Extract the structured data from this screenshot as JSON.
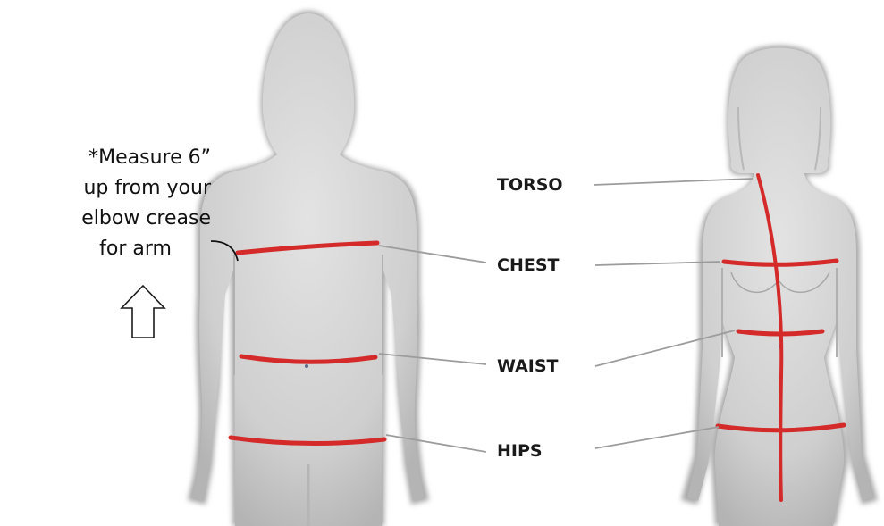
{
  "note": {
    "lines": [
      "*Measure 6”",
      "up from your",
      "elbow crease",
      "for arm"
    ],
    "arrow_icon": "up-arrow-outline-icon"
  },
  "labels": {
    "torso": "TORSO",
    "chest": "CHEST",
    "waist": "WAIST",
    "hips": "HIPS"
  },
  "colors": {
    "measure_line": "#d42a2a",
    "body_fill": "#cfcfcf",
    "body_shadow": "#9a9a9a",
    "leader_line": "#9c9c9c"
  }
}
